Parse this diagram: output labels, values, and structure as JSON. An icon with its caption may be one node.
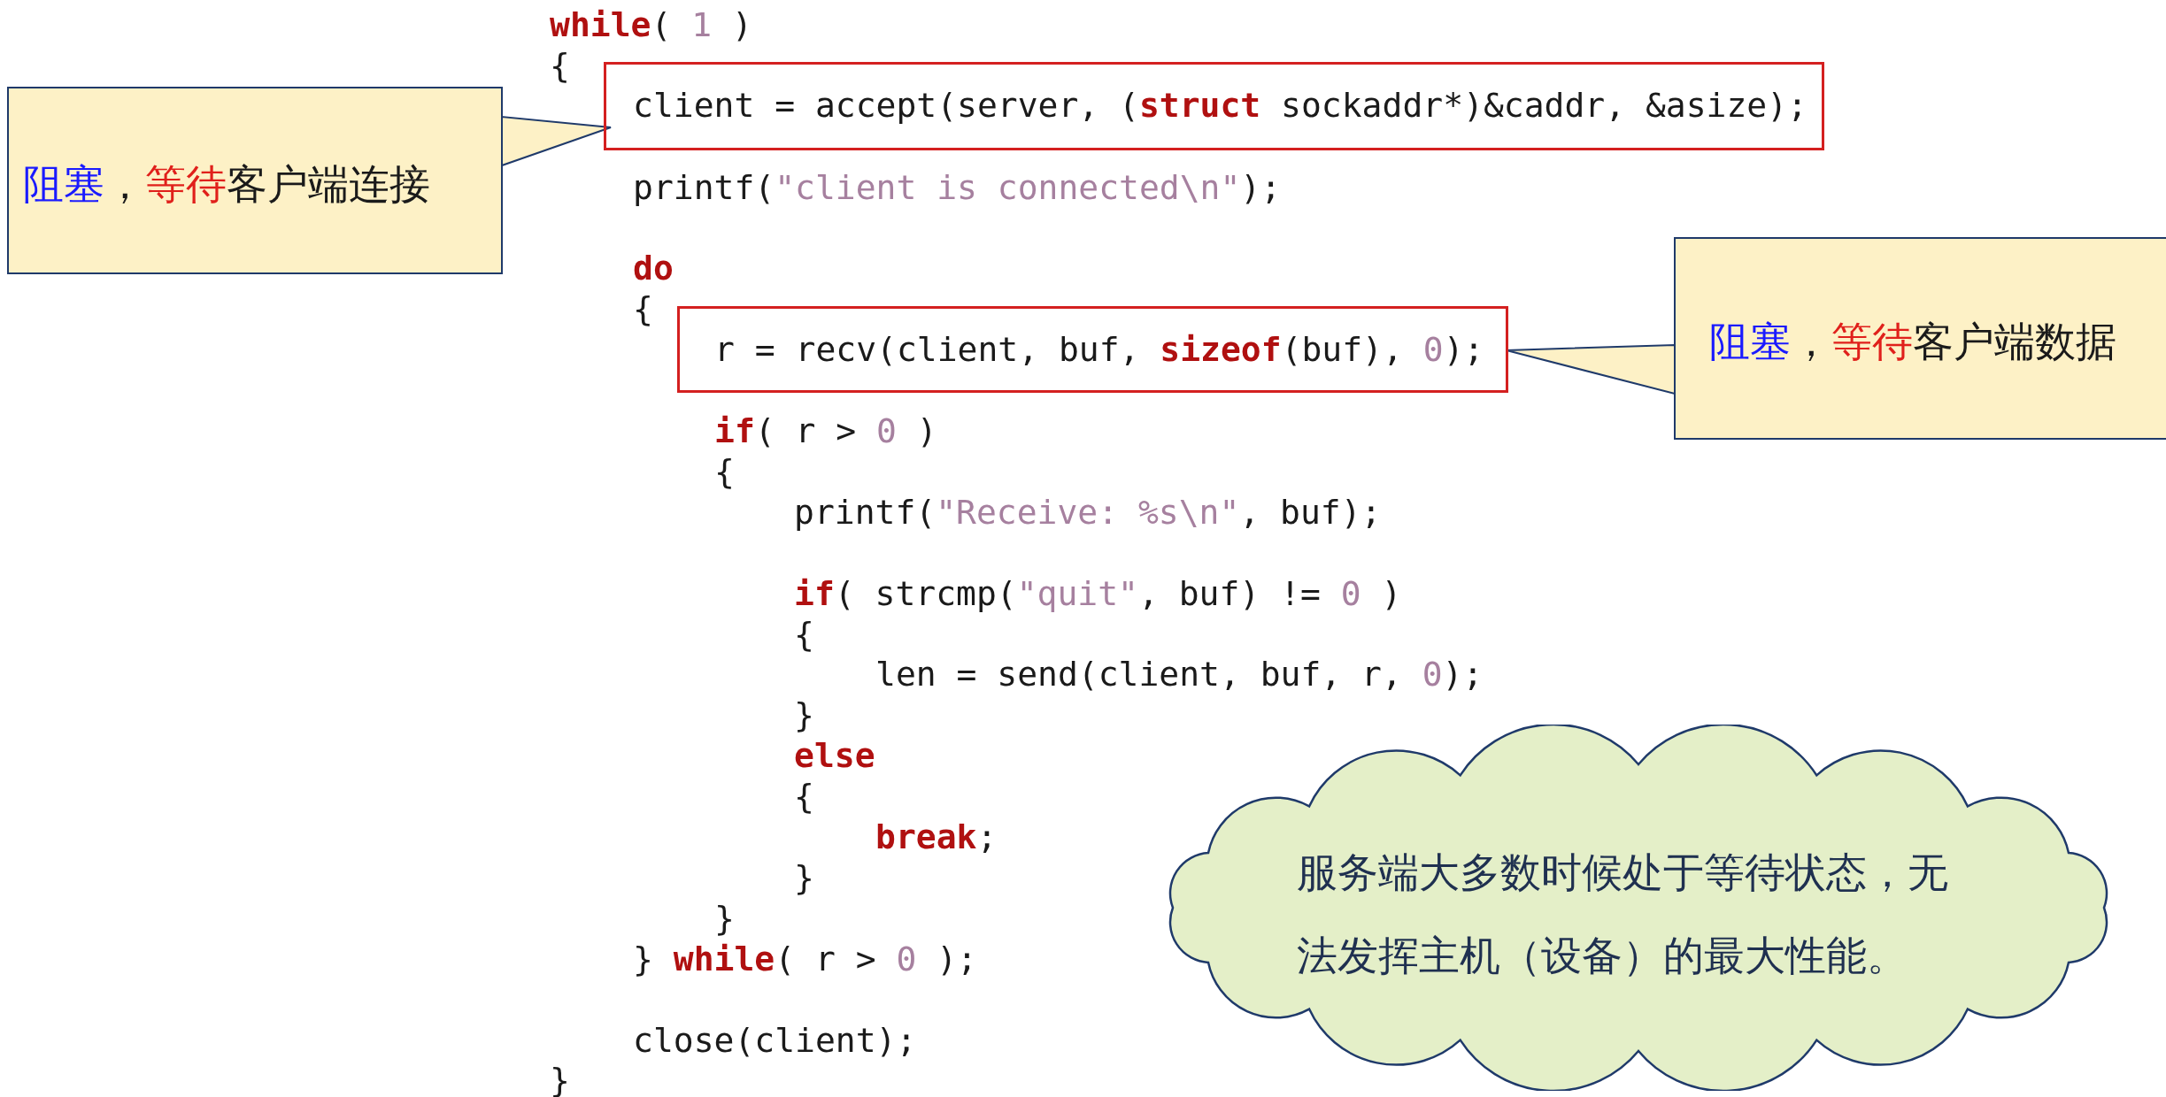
{
  "diagram": {
    "nodes": [
      {
        "text": [
          "*阻塞*，**等待**客户端连接"
        ]
      },
      {
        "text": [
          "client = accept(server, (**struct** sockaddr*)&caddr, &asize);"
        ]
      },
      {
        "text": [
          "r = recv(client, buf, **sizeof**(buf), *0*);"
        ]
      },
      {
        "text": [
          "*阻塞*，**等待**客户端数据"
        ]
      },
      {
        "text": [
          "服务端大多数时候处于等待状态，无法发挥主机（设备）的最大性能。"
        ]
      }
    ],
    "edges": [
      {
        "from": 0,
        "to": 1,
        "arrow": "none"
      },
      {
        "from": 3,
        "to": 2,
        "arrow": "none"
      }
    ],
    "labels": [
      "**while**( *1* )",
      "{",
      "printf(*\"client is connected\\n\"*);",
      "**do**",
      "{",
      "**if**( r > *0* )",
      "{",
      "printf(*\"Receive: %s\\n\"*, buf);",
      "**if**( strcmp(*\"quit\"*, buf) != *0* )",
      "{",
      "len = send(client, buf, r, *0*);",
      "}",
      "**else**",
      "{",
      "**break**;",
      "}",
      "}",
      "} **while**( r > *0* );",
      "close(client);",
      "}"
    ]
  }
}
